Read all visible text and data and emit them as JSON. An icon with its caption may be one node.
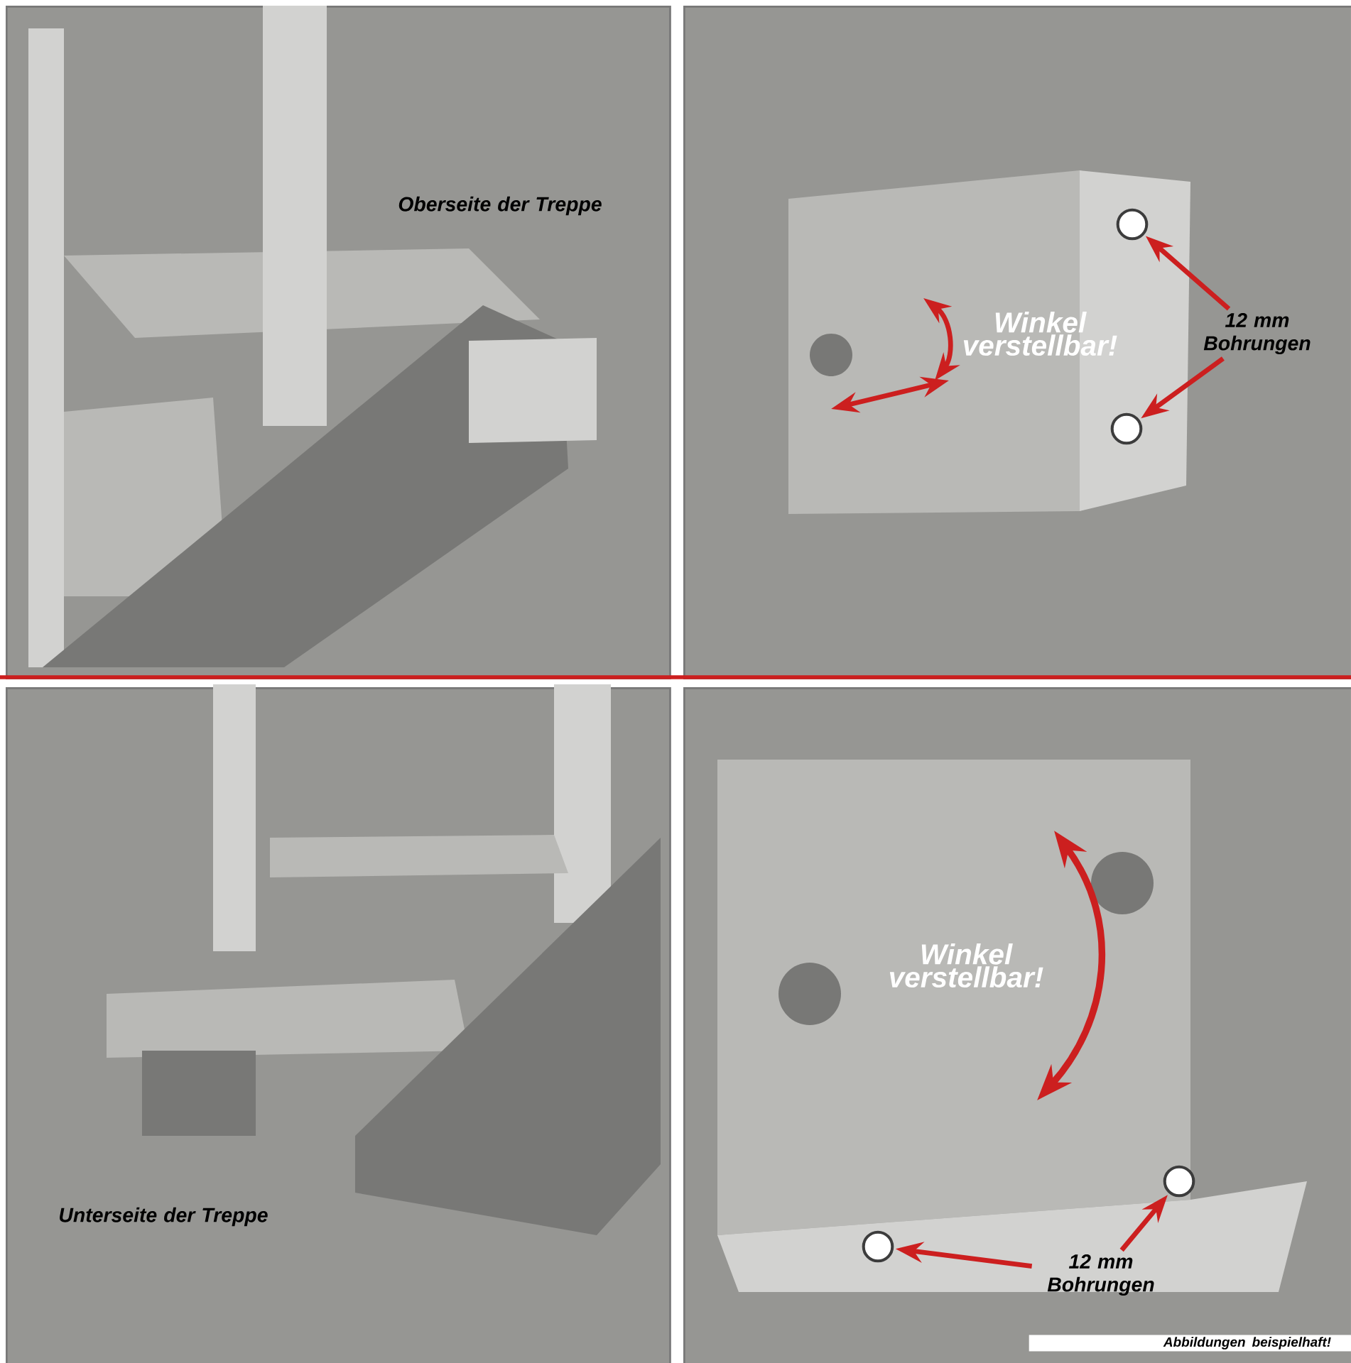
{
  "diagram": {
    "nodes": [
      {
        "text": [],
        "shape": "picture"
      },
      {
        "text": [],
        "shape": "picture"
      },
      {
        "text": [],
        "shape": "picture"
      },
      {
        "text": [],
        "shape": "picture"
      },
      {
        "text": [
          "12 mm Bohrungen"
        ],
        "in": 1
      },
      {
        "text": [],
        "shape": "circle",
        "in": 1
      },
      {
        "text": [],
        "shape": "circle",
        "in": 1
      },
      {
        "text": [
          "12 mm Bohrungen"
        ],
        "in": 3
      },
      {
        "text": [],
        "shape": "circle",
        "in": 3
      },
      {
        "text": [],
        "shape": "circle",
        "in": 3
      }
    ],
    "edges": [
      {
        "from": 4,
        "to": 5,
        "arrow": "to"
      },
      {
        "from": 4,
        "to": 6,
        "arrow": "to"
      },
      {
        "from": 7,
        "to": 8,
        "arrow": "to"
      },
      {
        "from": 7,
        "to": 9,
        "arrow": "to"
      }
    ],
    "labels": [
      "Oberseite der Treppe",
      "Winkel verstellbar!",
      "Unterseite der Treppe",
      "Winkel verstellbar!",
      "Abbildungen beispielhaft!"
    ]
  }
}
